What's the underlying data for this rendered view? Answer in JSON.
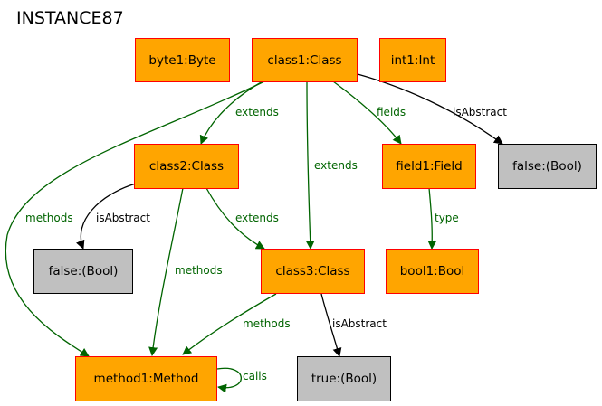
{
  "title": "INSTANCE87",
  "colors": {
    "object_fill": "#ffa500",
    "object_border": "#ff0000",
    "value_fill": "#c0c0c0",
    "value_border": "#000000",
    "structural_edge": "#006400",
    "attribute_edge": "#000000"
  },
  "nodes": {
    "byte1": "byte1:Byte",
    "class1": "class1:Class",
    "int1": "int1:Int",
    "class2": "class2:Class",
    "field1": "field1:Field",
    "false_bool_1": "false:(Bool)",
    "false_bool_2": "false:(Bool)",
    "class3": "class3:Class",
    "bool1": "bool1:Bool",
    "method1": "method1:Method",
    "true_bool": "true:(Bool)"
  },
  "edges": [
    {
      "from": "class1",
      "to": "class2",
      "label": "extends"
    },
    {
      "from": "class1",
      "to": "class3",
      "label": "extends"
    },
    {
      "from": "class1",
      "to": "field1",
      "label": "fields"
    },
    {
      "from": "class1",
      "to": "false_bool_1",
      "label": "isAbstract"
    },
    {
      "from": "class1",
      "to": "method1",
      "label": "methods"
    },
    {
      "from": "class2",
      "to": "false_bool_2",
      "label": "isAbstract"
    },
    {
      "from": "class2",
      "to": "class3",
      "label": "extends"
    },
    {
      "from": "class2",
      "to": "method1",
      "label": "methods"
    },
    {
      "from": "field1",
      "to": "bool1",
      "label": "type"
    },
    {
      "from": "class3",
      "to": "method1",
      "label": "methods"
    },
    {
      "from": "class3",
      "to": "true_bool",
      "label": "isAbstract"
    },
    {
      "from": "method1",
      "to": "method1",
      "label": "calls"
    }
  ]
}
